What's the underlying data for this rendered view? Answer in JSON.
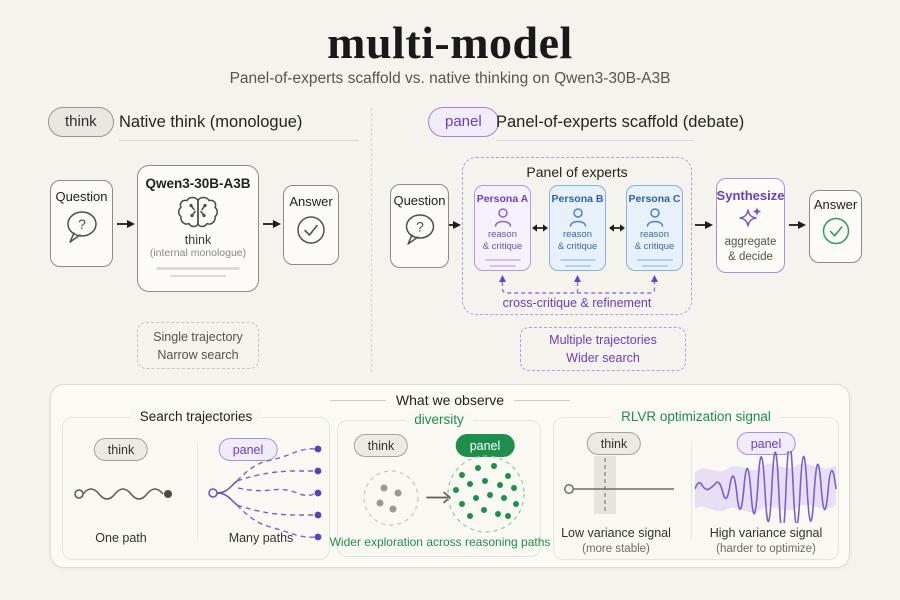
{
  "header": {
    "title": "multi-model",
    "subtitle": "Panel-of-experts scaffold vs. native thinking on Qwen3-30B-A3B"
  },
  "native": {
    "badge": "think",
    "heading": "Native think (monologue)",
    "question": "Question",
    "model": "Qwen3-30B-A3B",
    "mode": "think",
    "mode_note": "(internal monologue)",
    "answer": "Answer",
    "note1": "Single trajectory",
    "note2": "Narrow search"
  },
  "experts": {
    "badge": "panel",
    "heading": "Panel-of-experts scaffold (debate)",
    "question": "Question",
    "panel_title": "Panel of experts",
    "personas": [
      {
        "name": "Persona A",
        "role": "reason\n& critique"
      },
      {
        "name": "Persona B",
        "role": "reason\n& critique"
      },
      {
        "name": "Persona C",
        "role": "reason\n& critique"
      }
    ],
    "cross_label": "cross-critique & refinement",
    "synthesize": "Synthesize",
    "synthesize_sub": "aggregate\n& decide",
    "answer": "Answer",
    "note1": "Multiple trajectories",
    "note2": "Wider search"
  },
  "observe": {
    "title": "What we observe",
    "trajectories": {
      "title": "Search trajectories",
      "think_badge": "think",
      "panel_badge": "panel",
      "think_caption": "One path",
      "panel_caption": "Many paths"
    },
    "diversity": {
      "title": "diversity",
      "think_badge": "think",
      "panel_badge": "panel",
      "caption": "Wider exploration across reasoning paths"
    },
    "rlvr": {
      "title": "RLVR optimization signal",
      "think_badge": "think",
      "panel_badge": "panel",
      "think_caption": "Low variance signal",
      "think_sub": "(more stable)",
      "panel_caption": "High variance signal",
      "panel_sub": "(harder to optimize)"
    }
  },
  "colors": {
    "accent_purple": "#6a3fc4",
    "accent_blue": "#2a62aa",
    "accent_green": "#1e8e4c",
    "badge_gray_bg": "#e9e7e1",
    "background": "#f5f3ed"
  }
}
